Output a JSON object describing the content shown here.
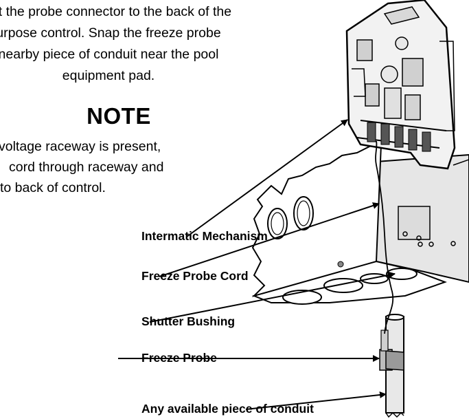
{
  "instructions": {
    "lines": [
      "ct the probe connector to the back of the",
      "urpose control.   Snap the freeze probe",
      " nearby piece of conduit near the pool",
      "equipment pad."
    ]
  },
  "note": {
    "heading": "NOTE",
    "lines": [
      "voltage raceway is present,",
      "cord through raceway and",
      " to back of control."
    ]
  },
  "callouts": {
    "intermatic_mechanism": "Intermatic Mechanism",
    "freeze_probe_cord": "Freeze Probe Cord",
    "shutter_bushing": "Shutter Bushing",
    "freeze_probe": "Freeze Probe",
    "conduit": "Any available piece of conduit"
  }
}
